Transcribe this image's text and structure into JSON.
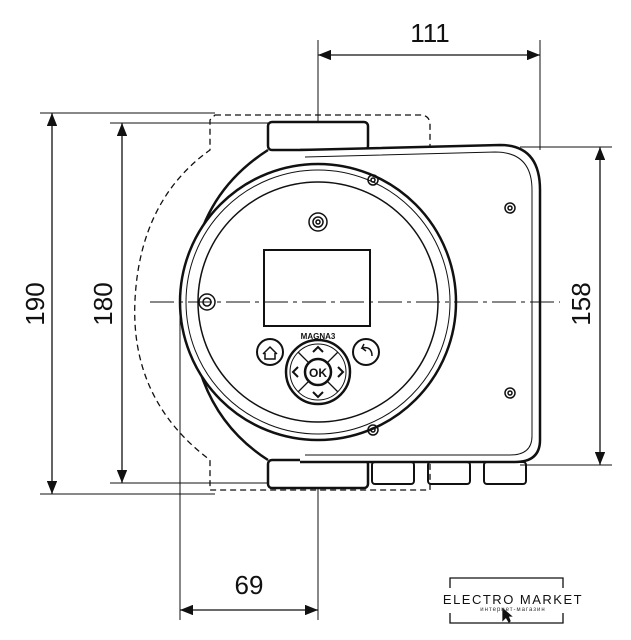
{
  "dimensions": {
    "width_top": "111",
    "height_outer": "190",
    "height_flange": "180",
    "height_head": "158",
    "offset_bottom": "69"
  },
  "panel": {
    "model": "MAGNA3",
    "ok_label": "OK"
  },
  "watermark": {
    "title": "ELECTRO MARKET",
    "subtitle": "интернет-магазин"
  }
}
